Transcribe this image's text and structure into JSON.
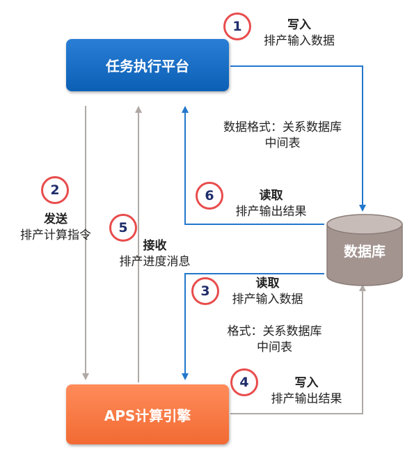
{
  "nodes": {
    "platform": "任务执行平台",
    "engine": "APS计算引擎",
    "database": "数据库"
  },
  "steps": [
    {
      "num": "1",
      "action": "写入",
      "detail": "排产输入数据"
    },
    {
      "num": "2",
      "action": "发送",
      "detail": "排产计算指令"
    },
    {
      "num": "3",
      "action": "读取",
      "detail": "排产输入数据"
    },
    {
      "num": "4",
      "action": "写入",
      "detail": "排产输出结果"
    },
    {
      "num": "5",
      "action": "接收",
      "detail": "排产进度消息"
    },
    {
      "num": "6",
      "action": "读取",
      "detail": "排产输出结果"
    }
  ],
  "notes": {
    "format_top_line1": "数据格式：关系数据库",
    "format_top_line2": "中间表",
    "format_bottom_line1": "格式：关系数据库",
    "format_bottom_line2": "中间表"
  },
  "colors": {
    "platform": "#0b5fb4",
    "engine": "#f26a33",
    "database": "#a39490",
    "blue_arrow": "#2277cc",
    "gray_arrow": "#b0a8a4",
    "step_circle": "#e84c4c"
  }
}
